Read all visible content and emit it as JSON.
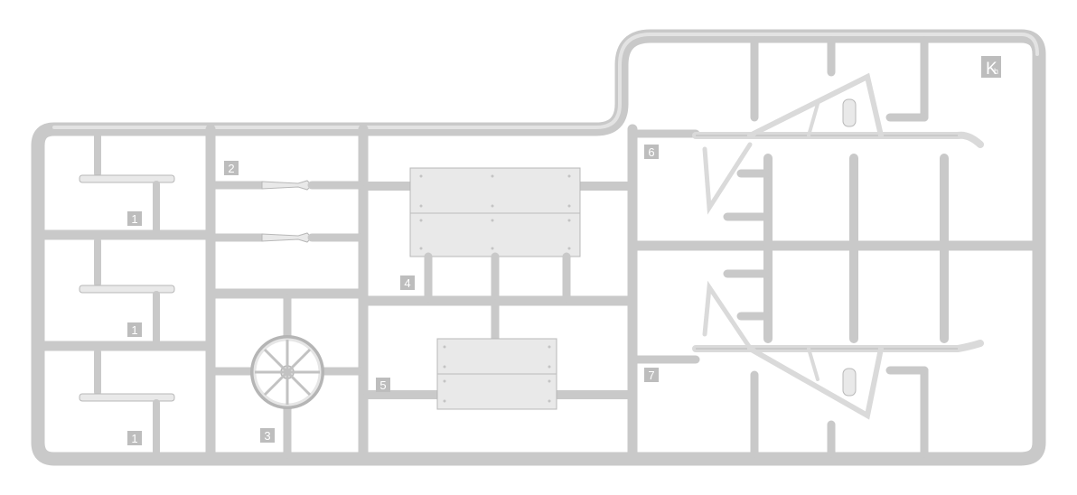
{
  "sprue": {
    "code": "K",
    "code_suffix": "h",
    "part_numbers": {
      "p1a": "1",
      "p1b": "1",
      "p1c": "1",
      "p2": "2",
      "p3": "3",
      "p4": "4",
      "p5": "5",
      "p6": "6",
      "p7": "7"
    }
  },
  "colors": {
    "background": "#ffffff",
    "plastic": "#c9c9c9",
    "part": "#e9e9e9",
    "label_tag": "#bdbdbd"
  }
}
